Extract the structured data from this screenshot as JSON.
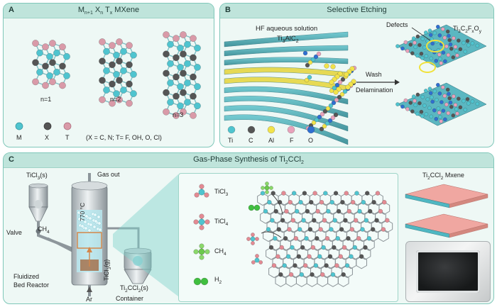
{
  "colors": {
    "M": "#4fc4cf",
    "X": "#555555",
    "T": "#d99aa8",
    "Al": "#f2e34a",
    "F": "#e8a2bb",
    "O": "#2f6fd1",
    "Cl": "#e38a93",
    "CH4": "#6bc94b",
    "H2": "#3fbf3f",
    "panel_bg": "#eef8f5",
    "header_bg": "#bfe4db"
  },
  "panelA": {
    "letter": "A",
    "title": "M_{n+1} X_n T_x MXene",
    "title_parts": {
      "m": "M",
      "m_sub": "n+1",
      "x": " X",
      "x_sub": "n",
      "t": " T",
      "t_sub": "x",
      "rest": " MXene"
    },
    "n_labels": [
      "n=1",
      "n=2",
      "n=3"
    ],
    "legend": [
      {
        "label": "M",
        "icon": "sphere-icon"
      },
      {
        "label": "X",
        "icon": "sphere-icon"
      },
      {
        "label": "T",
        "icon": "sphere-icon"
      }
    ],
    "note": "(X = C, N; T= F, OH, O, Cl)"
  },
  "panelB": {
    "letter": "B",
    "title": "Selective Etching",
    "hf": "HF aqueous solution",
    "precursor": {
      "base": "Ti",
      "s1": "3",
      "mid": "AlC",
      "s2": "2"
    },
    "defects": "Defects",
    "product": {
      "a": "Ti",
      "s1": "3",
      "b": "C",
      "s2": "2",
      "c": "F",
      "s3": "x",
      "d": "O",
      "s4": "y"
    },
    "wash": "Wash",
    "delam": "Delamination",
    "legend": [
      {
        "label": "Ti"
      },
      {
        "label": "C"
      },
      {
        "label": "Al"
      },
      {
        "label": "F"
      },
      {
        "label": "O"
      }
    ]
  },
  "panelC": {
    "letter": "C",
    "title_parts": {
      "pre": "Gas-Phase Synthesis of Ti",
      "s1": "2",
      "post": "CCl",
      "s2": "2"
    },
    "ticl3s": {
      "a": "TiCl",
      "s": "3",
      "b": "(s)"
    },
    "gasout": "Gas out",
    "valve": "Valve",
    "ch4": {
      "a": "CH",
      "s": "4"
    },
    "temp": "770 °C",
    "ticl3g": {
      "a": "TiCl",
      "s": "3",
      "b": "(g)"
    },
    "reactor": [
      "Fluidized",
      "Bed Reactor"
    ],
    "ar": "Ar",
    "product": {
      "a": "Ti",
      "s1": "2",
      "b": "CCl",
      "s2": "2",
      "c": "(s)"
    },
    "container": "Container",
    "species": [
      {
        "a": "TiCl",
        "s": "3",
        "icon": "ticl3-molecule-icon"
      },
      {
        "a": "TiCl",
        "s": "4",
        "icon": "ticl4-molecule-icon"
      },
      {
        "a": "CH",
        "s": "4",
        "icon": "ch4-molecule-icon"
      },
      {
        "a": "H",
        "s": "2",
        "icon": "h2-molecule-icon"
      }
    ],
    "mxene": {
      "a": "Ti",
      "s1": "2",
      "b": "CCl",
      "s2": "2",
      "c": " Mxene"
    }
  }
}
